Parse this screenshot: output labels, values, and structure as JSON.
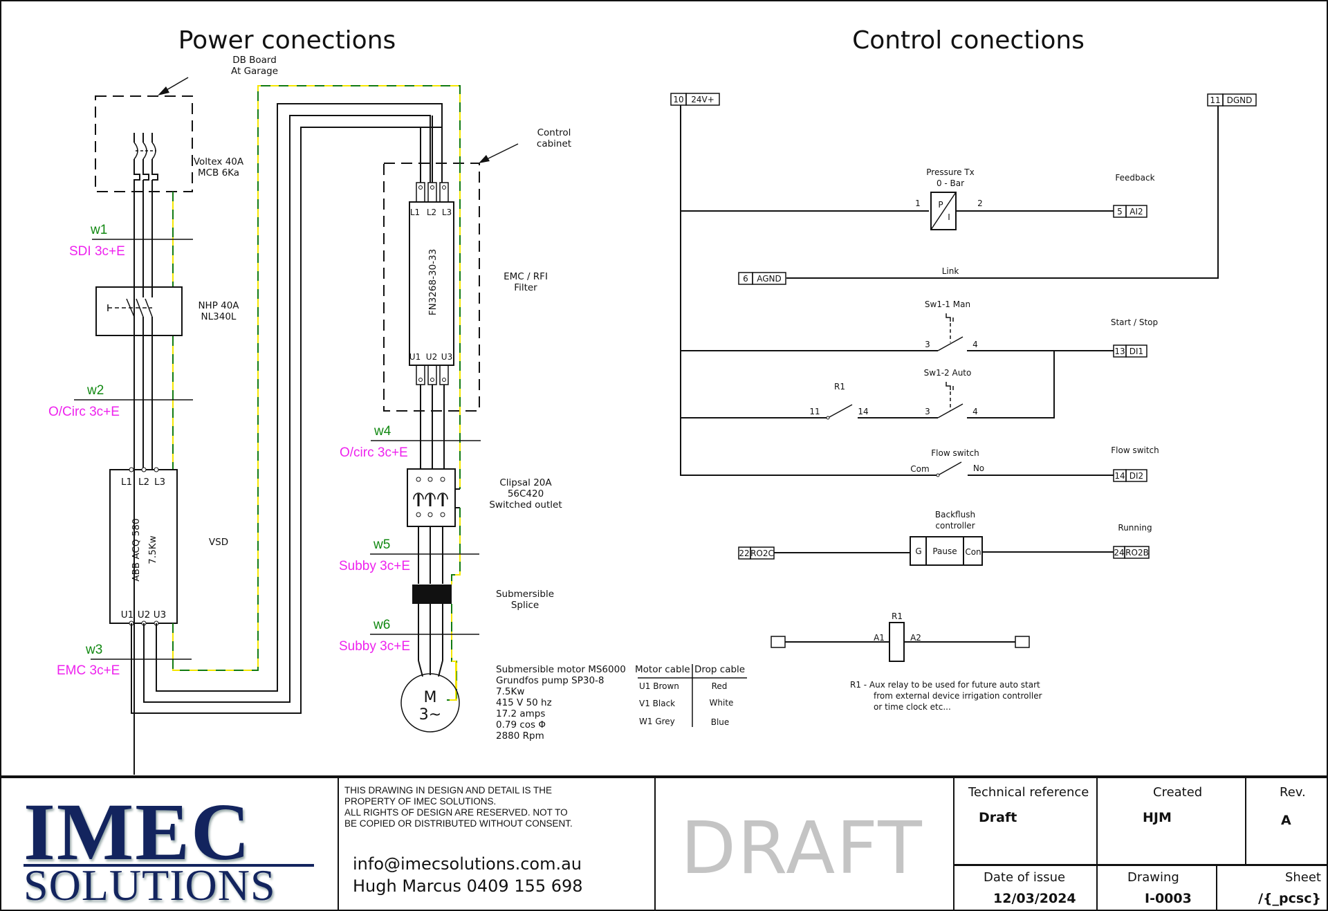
{
  "sheet": {
    "power_title": "Power conections",
    "control_title": "Control conections"
  },
  "power": {
    "db_board_label": [
      "DB Board",
      "At Garage"
    ],
    "mcb_label": [
      "Voltex 40A",
      "MCB 6Ka"
    ],
    "isolator_label": [
      "NHP 40A",
      "NL340L"
    ],
    "vsd": {
      "inputs": [
        "L1",
        "L2",
        "L3"
      ],
      "outputs": [
        "U1",
        "U2",
        "U3"
      ],
      "model": "ABB ACQ 580",
      "rating": "7.5Kw",
      "label": "VSD"
    },
    "control_cabinet_label": [
      "Control",
      "cabinet"
    ],
    "filter": {
      "inputs": [
        "L1",
        "L2",
        "L3"
      ],
      "outputs": [
        "U1",
        "U2",
        "U3"
      ],
      "model": "FN3268-30-33",
      "label": [
        "EMC / RFI",
        "Filter"
      ]
    },
    "outlet_label": [
      "Clipsal 20A",
      "56C420",
      "Switched outlet"
    ],
    "splice_label": [
      "Submersible",
      "Splice"
    ],
    "motor_symbol": [
      "M",
      "3~"
    ],
    "motor_specs": [
      "Submersible motor MS6000",
      "Grundfos pump SP30-8",
      "7.5Kw",
      "415 V 50 hz",
      "17.2 amps",
      "0.79 cos Φ",
      "2880 Rpm"
    ],
    "cables": [
      {
        "id": "w1",
        "type": "SDI 3c+E"
      },
      {
        "id": "w2",
        "type": "O/Circ 3c+E"
      },
      {
        "id": "w3",
        "type": "EMC 3c+E"
      },
      {
        "id": "w4",
        "type": "O/circ 3c+E"
      },
      {
        "id": "w5",
        "type": "Subby 3c+E"
      },
      {
        "id": "w6",
        "type": "Subby 3c+E"
      }
    ],
    "cable_table": {
      "headers": [
        "Motor cable",
        "Drop cable"
      ],
      "rows": [
        [
          "U1 Brown",
          "Red"
        ],
        [
          "V1 Black",
          "White"
        ],
        [
          "W1 Grey",
          "Blue"
        ]
      ]
    }
  },
  "control": {
    "terminals": {
      "t24v": [
        "10",
        "24V+"
      ],
      "dgnd": [
        "11",
        "DGND"
      ],
      "ai2": [
        "5",
        "AI2"
      ],
      "agnd": [
        "6",
        "AGND"
      ],
      "di1": [
        "13",
        "DI1"
      ],
      "di2": [
        "14",
        "DI2"
      ],
      "ro2c": [
        "22",
        "RO2C"
      ],
      "ro2b": [
        "24",
        "RO2B"
      ]
    },
    "pressure_tx": {
      "label": [
        "Pressure Tx",
        "0 - Bar"
      ],
      "pin1": "1",
      "pin2": "2",
      "p": "P",
      "i": "I"
    },
    "feedback_label": "Feedback",
    "link_label": "Link",
    "sw1_man": {
      "label": "Sw1-1 Man",
      "a": "3",
      "b": "4"
    },
    "start_stop_label": "Start / Stop",
    "r1_contact": {
      "label": "R1",
      "a": "11",
      "b": "14"
    },
    "sw1_auto": {
      "label": "Sw1-2 Auto",
      "a": "3",
      "b": "4"
    },
    "flow_switch": {
      "label": "Flow switch",
      "a": "Com",
      "b": "No"
    },
    "flow_switch_label": "Flow switch",
    "backflush": {
      "label": [
        "Backflush",
        "controller"
      ],
      "g": "G",
      "pause": "Pause",
      "con": "Con"
    },
    "running_label": "Running",
    "relay": {
      "label": "R1",
      "a1": "A1",
      "a2": "A2"
    },
    "note": [
      "R1 - Aux relay to be used for future auto start",
      "from external device irrigation controller",
      "or time clock etc..."
    ]
  },
  "title_block": {
    "logo_top": "IMEC",
    "logo_bottom": "SOLUTIONS",
    "legal": [
      "THIS DRAWING IN DESIGN AND DETAIL IS THE",
      "PROPERTY OF IMEC SOLUTIONS.",
      "ALL RIGHTS OF DESIGN ARE RESERVED. NOT TO",
      "BE COPIED OR DISTRIBUTED WITHOUT CONSENT."
    ],
    "email": "info@imecsolutions.com.au",
    "contact": "Hugh Marcus 0409 155 698",
    "watermark": "DRAFT",
    "technical_reference_label": "Technical reference",
    "technical_reference": "Draft",
    "created_label": "Created",
    "created": "HJM",
    "rev_label": "Rev.",
    "rev": "A",
    "date_label": "Date of issue",
    "date": "12/03/2024",
    "drawing_label": "Drawing",
    "drawing": "I-0003",
    "sheet_label": "Sheet",
    "sheet": "/{_pcsc}"
  },
  "colors": {
    "earth_yellow": "#f5e600",
    "earth_green": "#117a11",
    "cable_id": "#118811",
    "cable_type": "#ee22ee",
    "logo_navy": "#13245e",
    "watermark": "#c4c4c4"
  }
}
